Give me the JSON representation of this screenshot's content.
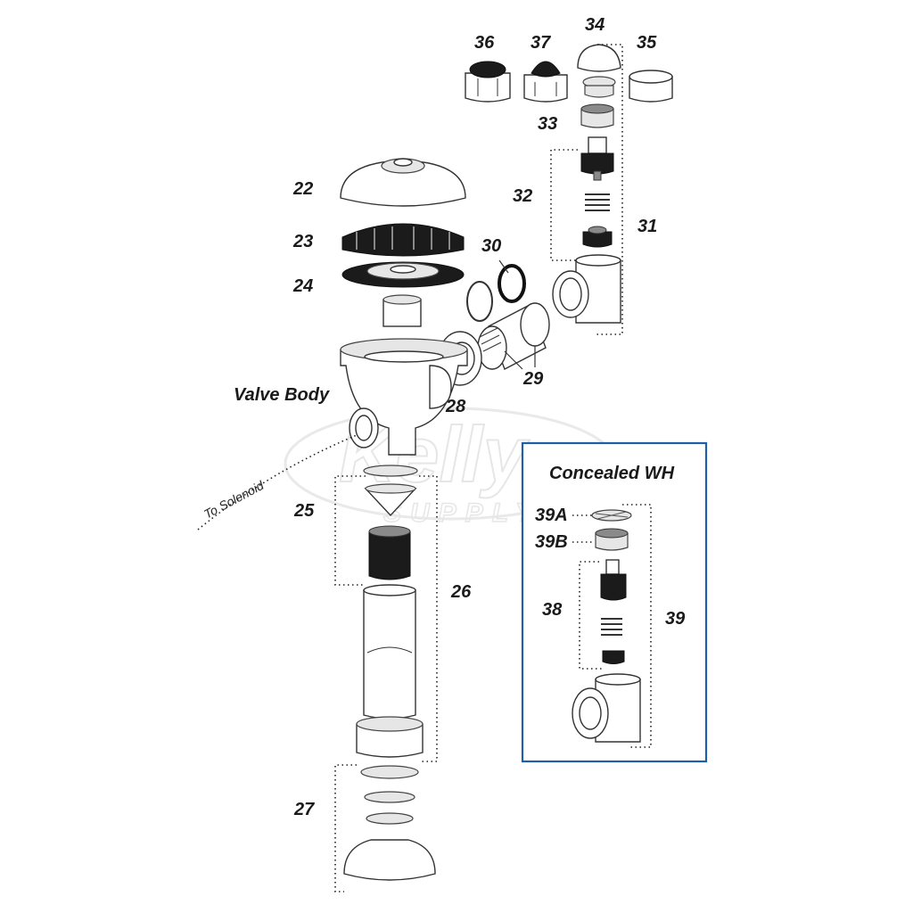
{
  "watermark": {
    "line1": "Kelly",
    "line2": "SUPPLY"
  },
  "labels": {
    "p22": "22",
    "p23": "23",
    "p24": "24",
    "p25": "25",
    "p26": "26",
    "p27": "27",
    "p28": "28",
    "p29": "29",
    "p30": "30",
    "p31": "31",
    "p32": "32",
    "p33": "33",
    "p34": "34",
    "p35": "35",
    "p36": "36",
    "p37": "37",
    "p38": "38",
    "p39": "39",
    "p39a": "39A",
    "p39b": "39B",
    "valve_body": "Valve Body",
    "to_solenoid": "To Solenoid"
  },
  "inset": {
    "title": "Concealed WH",
    "border_color": "#1f5fa8"
  }
}
